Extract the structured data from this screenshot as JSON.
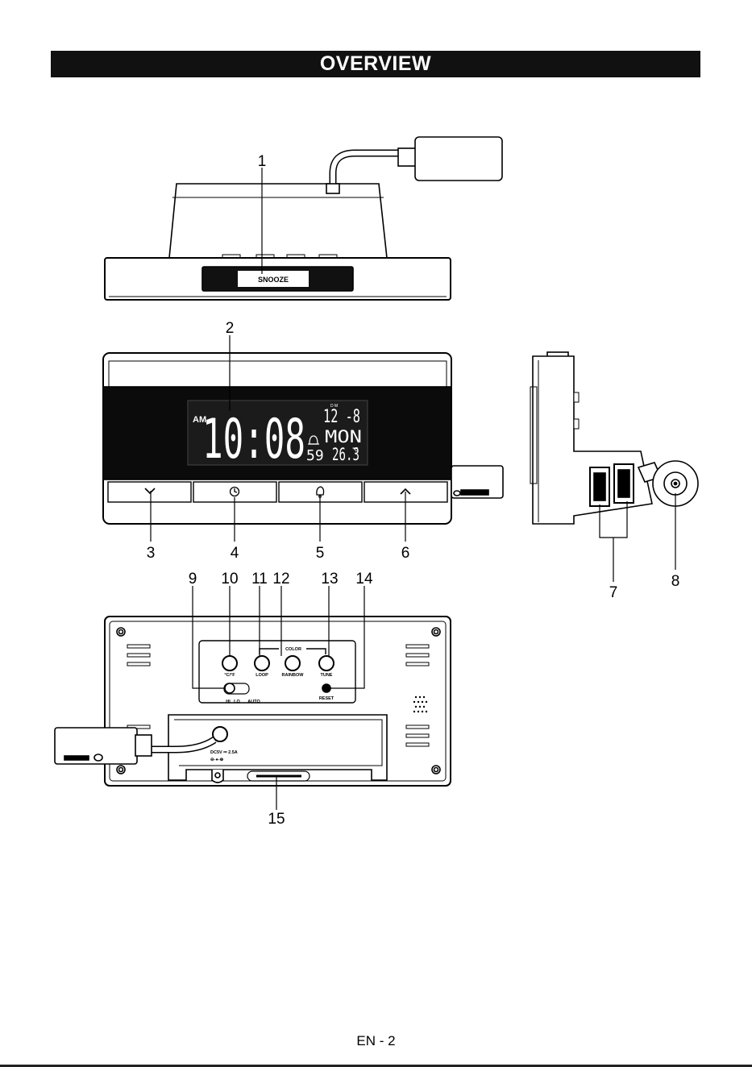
{
  "title": "OVERVIEW",
  "footer": "EN - 2",
  "callouts": [
    "1",
    "2",
    "3",
    "4",
    "5",
    "6",
    "7",
    "8",
    "9",
    "10",
    "11",
    "12",
    "13",
    "14",
    "15"
  ],
  "top_view": {
    "button_label": "SNOOZE"
  },
  "lcd": {
    "ampm": "AM",
    "time": "10:08",
    "seconds": "59",
    "date": "12 -8",
    "date_markers": "D M",
    "day": "MON",
    "temperature": "26.3",
    "temp_unit": "°C"
  },
  "back_panel": {
    "color_header": "COLOR",
    "buttons": [
      "°C/°F",
      "LOOP",
      "RAINBOW",
      "TUNE"
    ],
    "switch_labels": [
      "HI",
      "LO",
      "AUTO"
    ],
    "reset_label": "RESET",
    "power_label": "DC5V ⎓ 2.5A",
    "polarity": "⊖-●-⊕"
  },
  "icons": {
    "button_3": "chevron-down-icon",
    "button_4": "clock-icon",
    "button_5": "bell-icon",
    "button_6": "chevron-up-icon",
    "alarm": "bell-icon"
  }
}
